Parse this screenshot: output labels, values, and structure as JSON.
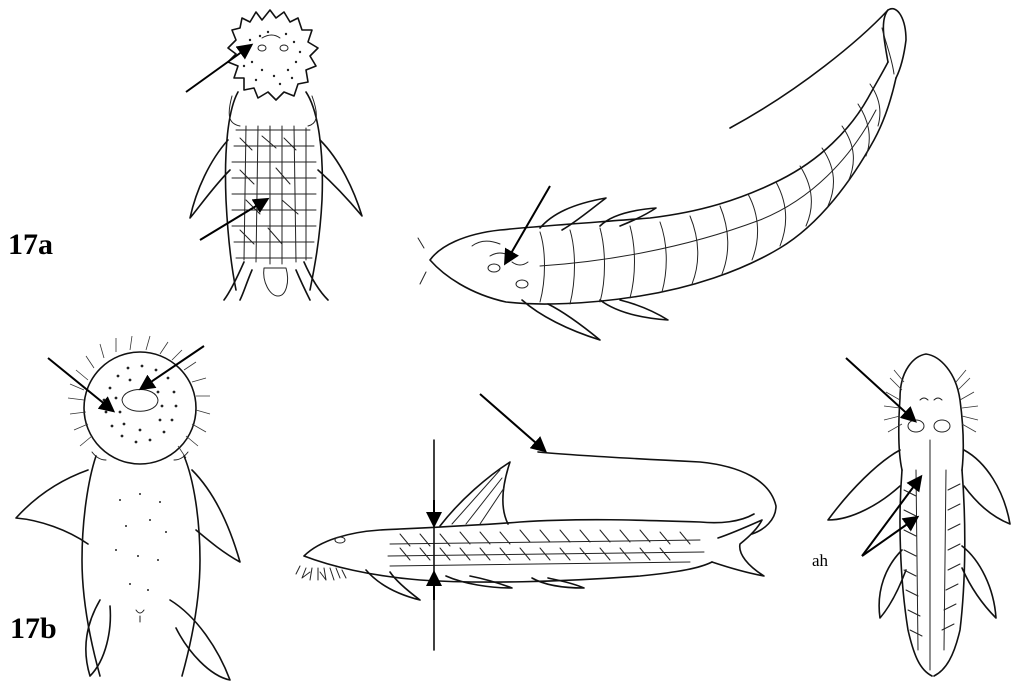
{
  "labels": {
    "figure_a": "17a",
    "figure_b": "17b",
    "annotation_ah": "ah"
  },
  "colors": {
    "ink": "#111111",
    "background": "#ffffff"
  }
}
